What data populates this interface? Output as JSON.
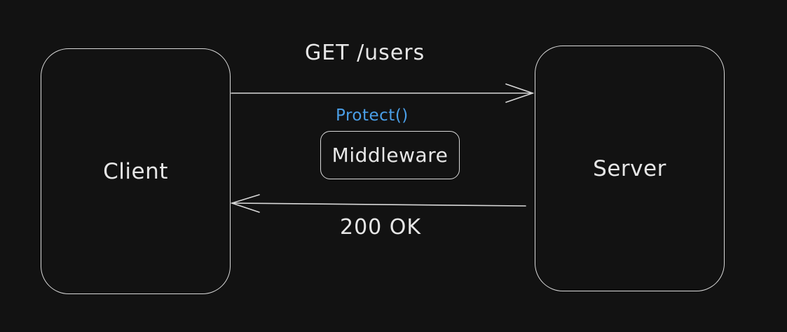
{
  "diagram": {
    "nodes": {
      "client": "Client",
      "server": "Server",
      "middleware": "Middleware"
    },
    "edges": {
      "request_label": "GET /users",
      "response_label": "200 OK"
    },
    "annotation": {
      "protect": "Protect()",
      "protect_color": "#4a9fe8"
    },
    "colors": {
      "background": "#121212",
      "stroke": "#d8d8d8",
      "text": "#e6e6e6"
    }
  }
}
